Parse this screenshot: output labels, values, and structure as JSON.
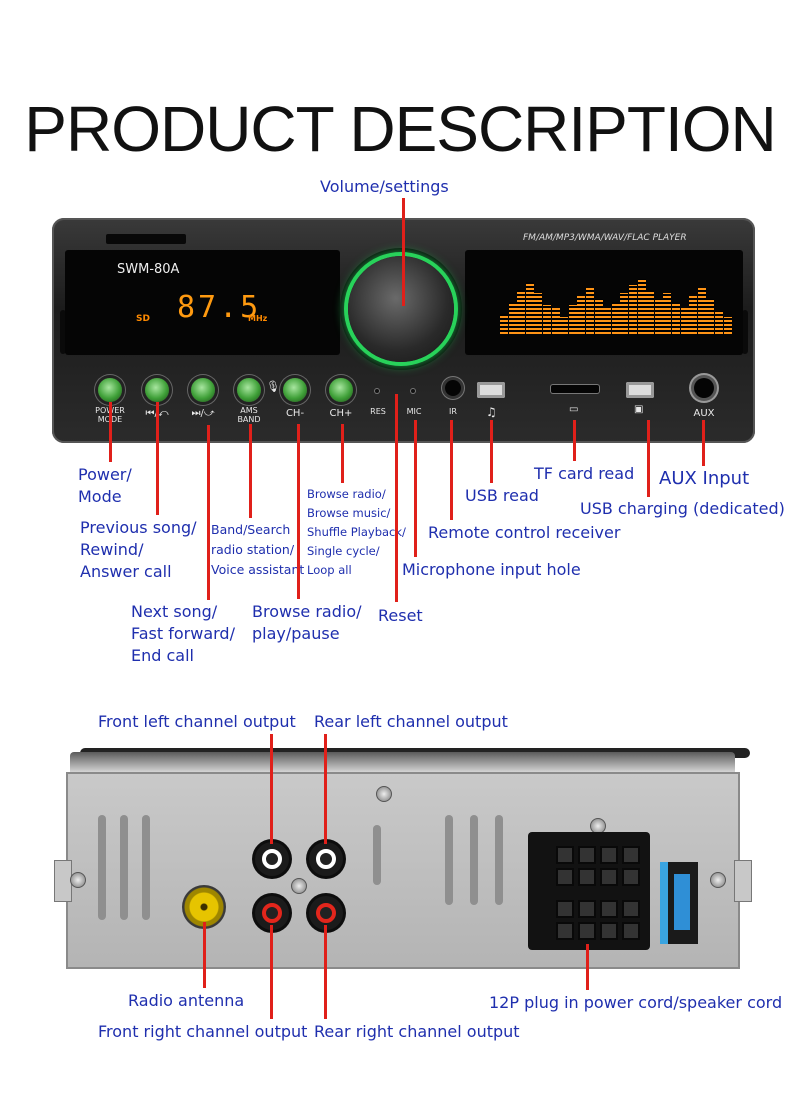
{
  "title": "PRODUCT DESCRIPTION",
  "panel": {
    "model": "SWM-80A",
    "sd_indicator": "SD",
    "frequency": "87.5",
    "frequency_unit": "MHz",
    "formats": "FM/AM/MP3/WMA/WAV/FLAC PLAYER",
    "buttons": {
      "power": "POWER\nMODE",
      "prev": "⏮/⤺",
      "next": "⏭/⤻",
      "ams": "AMS\nBAND",
      "ch_minus": "CH-",
      "ch_plus": "CH+",
      "res": "RES",
      "mic": "MIC",
      "ir": "IR",
      "aux": "AUX"
    },
    "knob_color": "#28d25a",
    "display_color": "#ff9416",
    "equalizer_levels": [
      0.35,
      0.55,
      0.75,
      0.9,
      0.7,
      0.5,
      0.45,
      0.3,
      0.5,
      0.65,
      0.8,
      0.6,
      0.45,
      0.55,
      0.7,
      0.85,
      0.95,
      0.75,
      0.6,
      0.7,
      0.55,
      0.45,
      0.65,
      0.8,
      0.6,
      0.4,
      0.3
    ]
  },
  "front_labels": {
    "volume": "Volume/settings",
    "power": "Power/\nMode",
    "prev": "Previous song/\nRewind/\nAnswer call",
    "next": "Next song/\nFast forward/\nEnd call",
    "band": "Band/Search\nradio station/\nVoice assistant",
    "browse_play": "Browse radio/\nplay/pause",
    "browse_loop": "Browse radio/\nBrowse music/\nShuffle Playback/\nSingle cycle/\nLoop all",
    "reset": "Reset",
    "mic": "Microphone input hole",
    "remote": "Remote control receiver",
    "usb_read": "USB read",
    "tf_read": "TF card read",
    "aux": "AUX Input",
    "usb_charge": "USB charging (dedicated)"
  },
  "back_labels": {
    "front_left": "Front left channel output",
    "rear_left": "Rear left channel output",
    "antenna": "Radio antenna",
    "front_right": "Front right channel output",
    "rear_right": "Rear right channel output",
    "plug": "12P plug in power cord/speaker cord"
  },
  "label_color": "#1f2fae",
  "leader_color": "#e0201a"
}
